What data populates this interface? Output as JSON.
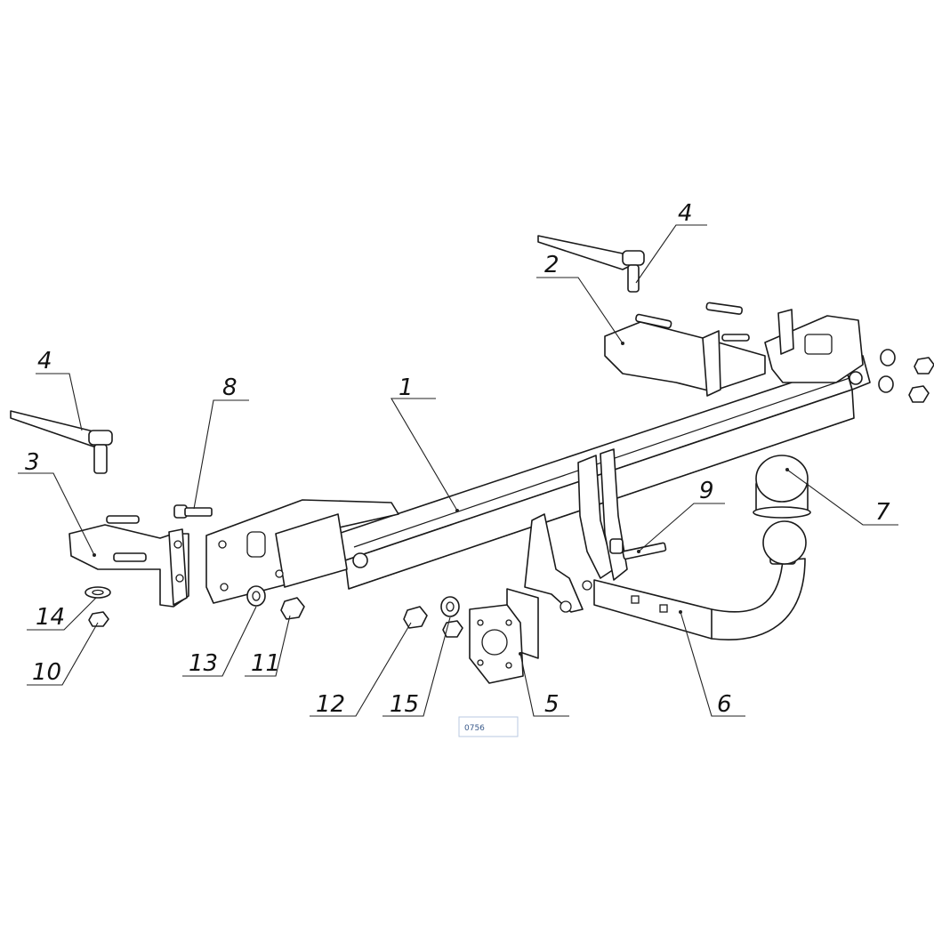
{
  "labels": {
    "l1": "1",
    "l2": "2",
    "l3": "3",
    "l4a": "4",
    "l4b": "4",
    "l5": "5",
    "l6": "6",
    "l7": "7",
    "l8": "8",
    "l9": "9",
    "l10": "10",
    "l11": "11",
    "l12": "12",
    "l13": "13",
    "l14": "14",
    "l15": "15"
  },
  "stamp": {
    "text": "0756"
  },
  "colors": {
    "line": "#1a1a1a",
    "background": "#ffffff"
  }
}
